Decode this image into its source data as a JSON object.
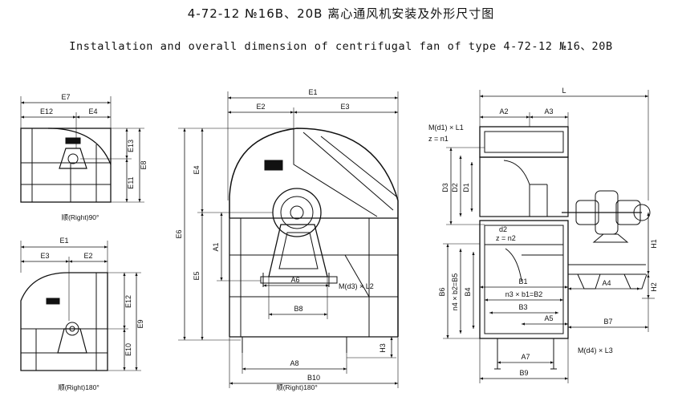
{
  "title_cn": "4-72-12 №16B、20B 离心通风机安装及外形尺寸图",
  "title_en": "Installation and overall dimension of centrifugal fan of type 4-72-12 №16、20B",
  "views": {
    "right90": {
      "caption": "顺(Right)90°",
      "labels": {
        "e7": "E7",
        "e12": "E12",
        "e4": "E4",
        "e13": "E13",
        "e8": "E8",
        "e11": "E11"
      }
    },
    "right180_small": {
      "caption": "顺(Right)180°",
      "labels": {
        "e1": "E1",
        "e3": "E3",
        "e2": "E2",
        "e12": "E12",
        "e9": "E9",
        "e10": "E10"
      }
    },
    "front": {
      "caption": "顺(Right)180°",
      "labels": {
        "e1": "E1",
        "e2": "E2",
        "e3": "E3",
        "e4": "E4",
        "e6": "E6",
        "e5": "E5",
        "a1": "A1",
        "a6": "A6",
        "md3": "M(d3) × L2",
        "b8": "B8",
        "a8": "A8",
        "b10": "B10",
        "h3": "H3"
      }
    },
    "side": {
      "labels": {
        "l": "L",
        "a2": "A2",
        "a3": "A3",
        "md1": "M(d1) × L1",
        "zn1": "z = n1",
        "d3": "D3",
        "d2": "D2",
        "d1": "D1",
        "d2s": "d2",
        "zn2": "z = n2",
        "b6": "B6",
        "n4b2": "n4 × b2=B5",
        "b4": "B4",
        "b1": "B1",
        "n3b1": "n3 × b1=B2",
        "b3": "B3",
        "a5": "A5",
        "h1": "H1",
        "a4": "A4",
        "h2": "H2",
        "b7": "B7",
        "a7": "A7",
        "md4": "M(d4) × L3",
        "b9": "B9"
      }
    }
  }
}
